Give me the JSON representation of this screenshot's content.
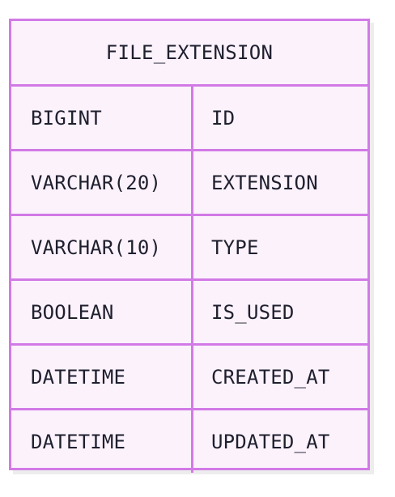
{
  "entity": {
    "name": "FILE_EXTENSION",
    "attributes": [
      {
        "type": "BIGINT",
        "name": "ID"
      },
      {
        "type": "VARCHAR(20)",
        "name": "EXTENSION"
      },
      {
        "type": "VARCHAR(10)",
        "name": "TYPE"
      },
      {
        "type": "BOOLEAN",
        "name": "IS_USED"
      },
      {
        "type": "DATETIME",
        "name": "CREATED_AT"
      },
      {
        "type": "DATETIME",
        "name": "UPDATED_AT"
      }
    ]
  },
  "colors": {
    "border": "#d27ae6",
    "fill": "#fbf2fc",
    "text": "#1f1f2e"
  }
}
